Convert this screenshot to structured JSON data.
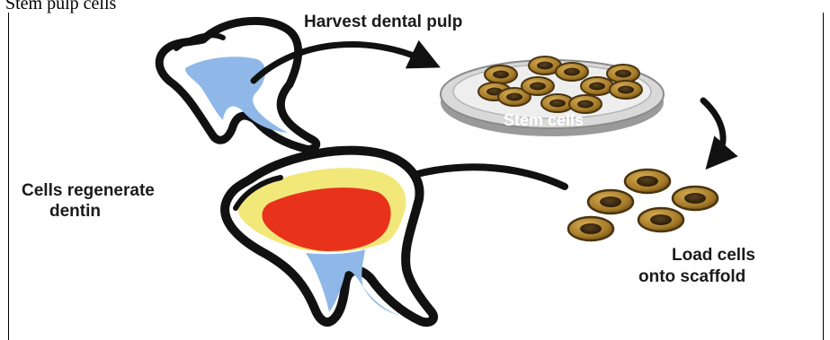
{
  "header": {
    "text": "Stem pulp cells"
  },
  "labels": {
    "harvest": "Harvest dental pulp",
    "stem_cells": "Stem cells",
    "regenerate_line1": "Cells regenerate",
    "regenerate_line2": "dentin",
    "load_line1": "Load cells",
    "load_line2": "onto scaffold"
  },
  "colors": {
    "pulp_blue": "#8fb8e8",
    "dentin_red": "#e8321c",
    "enamel_yellow": "#f2e87a",
    "cell_gold": "#a57a28",
    "cell_nucleus": "#3b2a12",
    "dish_gray": "#cfcfcf",
    "arrow_black": "#111111"
  },
  "icons": [
    "tooth-icon",
    "petri-dish-icon",
    "stem-cell-icon",
    "arrow-icon"
  ]
}
